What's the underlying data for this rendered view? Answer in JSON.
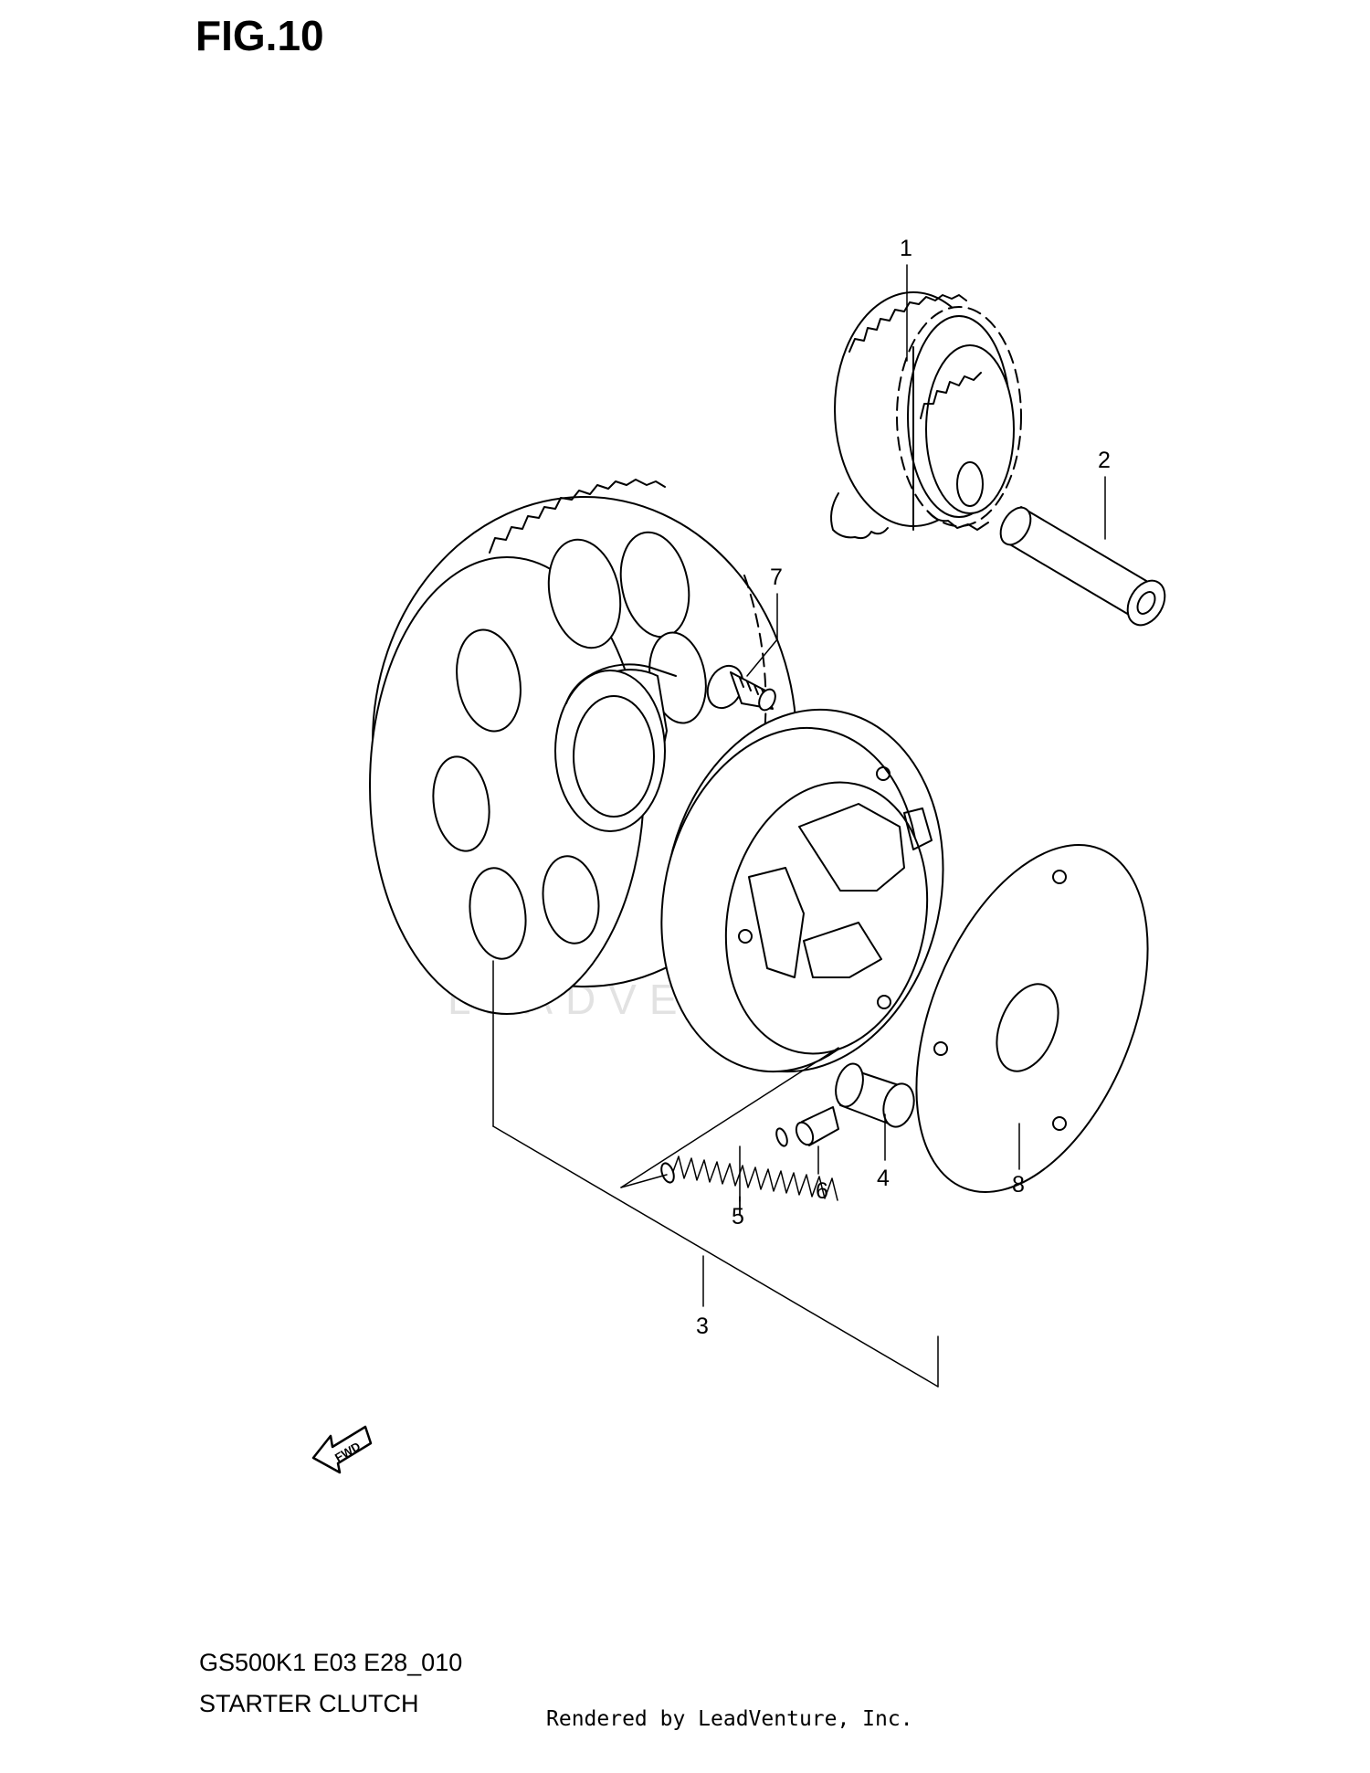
{
  "figure": {
    "title": "FIG.10",
    "model_code": "GS500K1 E03 E28_010",
    "subtitle": "STARTER CLUTCH",
    "rendered_by": "Rendered by LeadVenture, Inc.",
    "watermark": "LEADVENTURE",
    "fwd_label": "FWD"
  },
  "callouts": {
    "c1": "1",
    "c2": "2",
    "c3": "3",
    "c4": "4",
    "c5": "5",
    "c6": "6",
    "c7": "7",
    "c8": "8"
  }
}
